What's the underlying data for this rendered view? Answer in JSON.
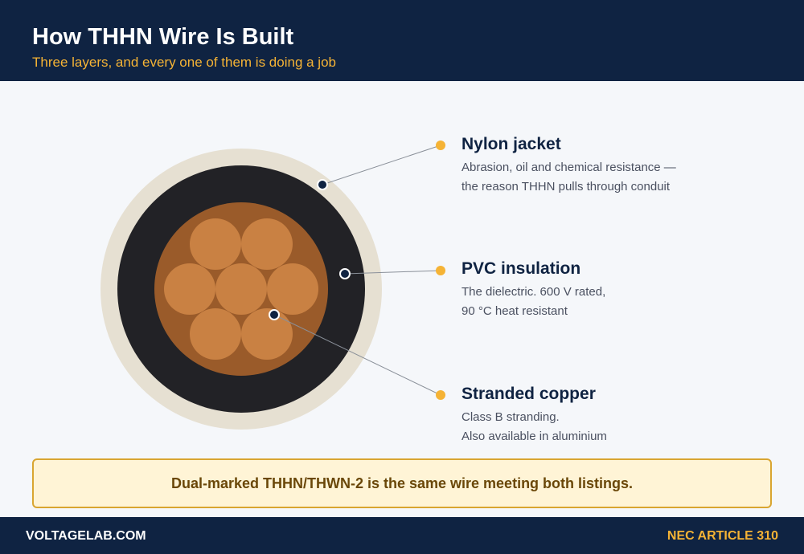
{
  "header": {
    "title": "How THHN Wire Is Built",
    "subtitle": "Three layers, and every one of them is doing a job"
  },
  "layers": [
    {
      "name": "Nylon jacket",
      "desc_lines": [
        "Abrasion, oil and chemical resistance —",
        "the reason THHN pulls through conduit"
      ]
    },
    {
      "name": "PVC insulation",
      "desc_lines": [
        "The dielectric. 600 V rated,",
        "90 °C heat resistant"
      ]
    },
    {
      "name": "Stranded copper",
      "desc_lines": [
        "Class B stranding.",
        "Also available in aluminium"
      ]
    }
  ],
  "note": "Dual-marked THHN/THWN-2 is the same wire meeting both listings.",
  "footer": {
    "left": "VOLTAGELAB.COM",
    "right": "NEC ARTICLE 310"
  },
  "colors": {
    "navy": "#0f2342",
    "accent": "#f5b335",
    "nylon": "#e6e0d2",
    "pvc": "#222226",
    "copper_core": "#9a5b2a",
    "copper_strand": "#c98143"
  },
  "strand_count": 7
}
